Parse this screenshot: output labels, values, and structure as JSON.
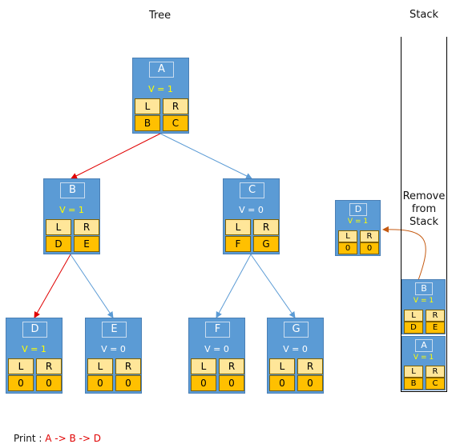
{
  "titles": {
    "tree": "Tree",
    "stack": "Stack"
  },
  "nodes": {
    "A": {
      "name": "A",
      "visited": "V = 1",
      "left_label": "L",
      "right_label": "R",
      "left": "B",
      "right": "C"
    },
    "B": {
      "name": "B",
      "visited": "V = 1",
      "left_label": "L",
      "right_label": "R",
      "left": "D",
      "right": "E"
    },
    "C": {
      "name": "C",
      "visited": "V = 0",
      "left_label": "L",
      "right_label": "R",
      "left": "F",
      "right": "G"
    },
    "D": {
      "name": "D",
      "visited": "V = 1",
      "left_label": "L",
      "right_label": "R",
      "left": "0",
      "right": "0"
    },
    "E": {
      "name": "E",
      "visited": "V = 0",
      "left_label": "L",
      "right_label": "R",
      "left": "0",
      "right": "0"
    },
    "F": {
      "name": "F",
      "visited": "V = 0",
      "left_label": "L",
      "right_label": "R",
      "left": "0",
      "right": "0"
    },
    "G": {
      "name": "G",
      "visited": "V = 0",
      "left_label": "L",
      "right_label": "R",
      "left": "0",
      "right": "0"
    }
  },
  "popped": {
    "name": "D",
    "visited": "V = 1",
    "left_label": "L",
    "right_label": "R",
    "left": "0",
    "right": "0"
  },
  "stack_items": {
    "top": {
      "name": "B",
      "visited": "V = 1",
      "left_label": "L",
      "right_label": "R",
      "left": "D",
      "right": "E"
    },
    "bottom": {
      "name": "A",
      "visited": "V = 1",
      "left_label": "L",
      "right_label": "R",
      "left": "B",
      "right": "C"
    }
  },
  "remove_label": [
    "Remove",
    "from",
    "Stack"
  ],
  "print": {
    "label": "Print : ",
    "sequence": "A -> B -> D"
  },
  "colors": {
    "node": "#5b9bd5",
    "traversed_edge": "#e00000",
    "edge": "#5b9bd5",
    "remove_arrow": "#c55a11",
    "visited": "#ffff00"
  }
}
